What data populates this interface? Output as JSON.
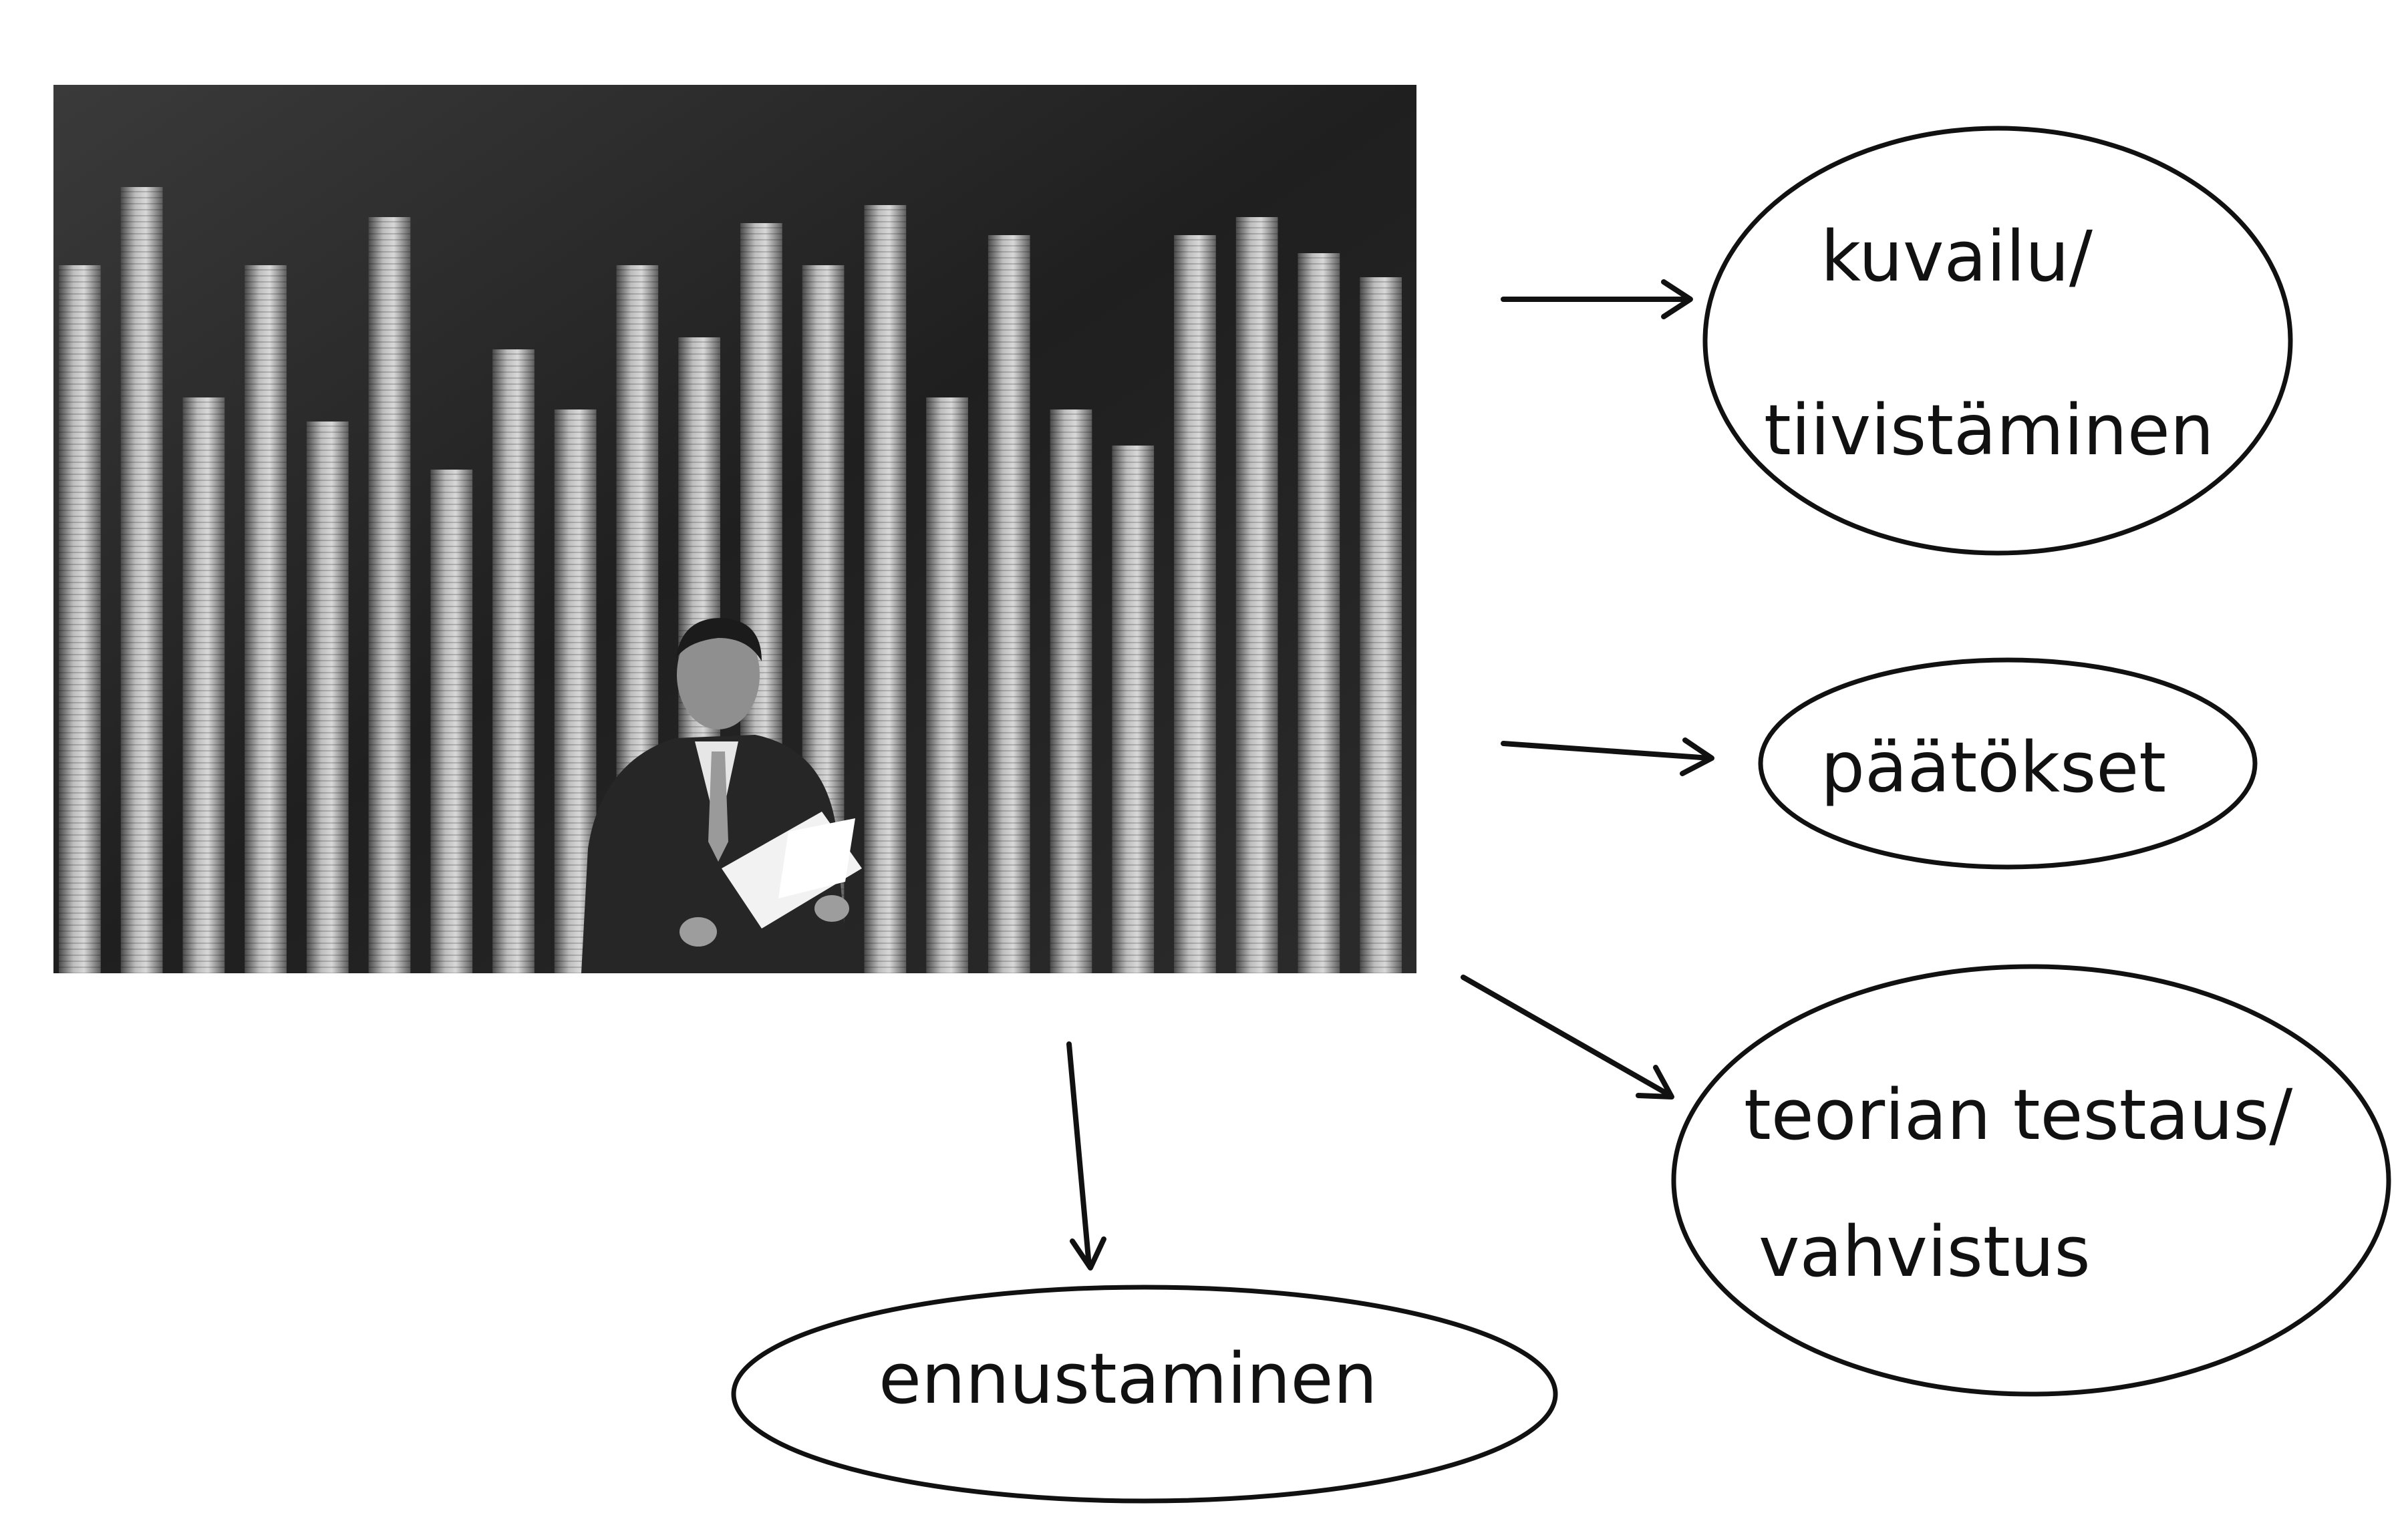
{
  "nodes": {
    "kuvailu": {
      "line1": "kuvailu/",
      "line2": "tiivistäminen"
    },
    "paatokset": {
      "label": "päätökset"
    },
    "teorian": {
      "line1": "teorian testaus/",
      "line2": "vahvistus"
    },
    "ennustaminen": {
      "label": "ennustaminen"
    }
  },
  "photo": {
    "description_icon": "paper-stacks-photo-icon"
  },
  "colors": {
    "ink": "#111111",
    "background": "#ffffff",
    "photo_dark": "#1a1a1a",
    "photo_light": "#d9d9d9"
  }
}
